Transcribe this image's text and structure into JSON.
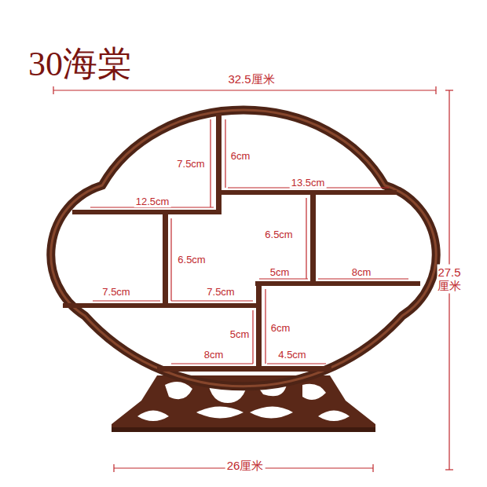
{
  "diagram": {
    "title": "30海棠",
    "labels": [
      "32.5厘米",
      "7.5cm",
      "6cm",
      "12.5cm",
      "13.5cm",
      "6.5cm",
      "6.5cm",
      "5cm",
      "8cm",
      "7.5cm",
      "7.5cm",
      "5cm",
      "6cm",
      "8cm",
      "4.5cm",
      "27.5厘米",
      "26厘米"
    ]
  }
}
